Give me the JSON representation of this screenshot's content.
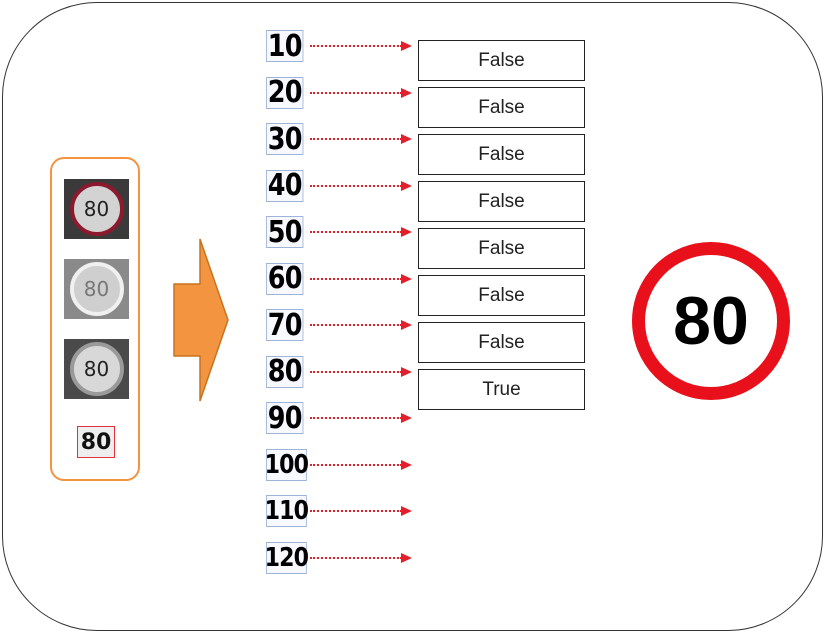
{
  "input_panel": {
    "thumbnails": [
      "80",
      "80",
      "80"
    ],
    "crop_label": "80"
  },
  "candidates": [
    "10",
    "20",
    "30",
    "40",
    "50",
    "60",
    "70",
    "80",
    "90",
    "100",
    "110",
    "120"
  ],
  "results": [
    "False",
    "False",
    "False",
    "False",
    "False",
    "False",
    "False",
    "True"
  ],
  "final_sign": "80",
  "colors": {
    "panel_border": "#f29440",
    "arrow_fill": "#f29440",
    "pointer": "#e0202a",
    "sign_ring": "#e8101a"
  }
}
